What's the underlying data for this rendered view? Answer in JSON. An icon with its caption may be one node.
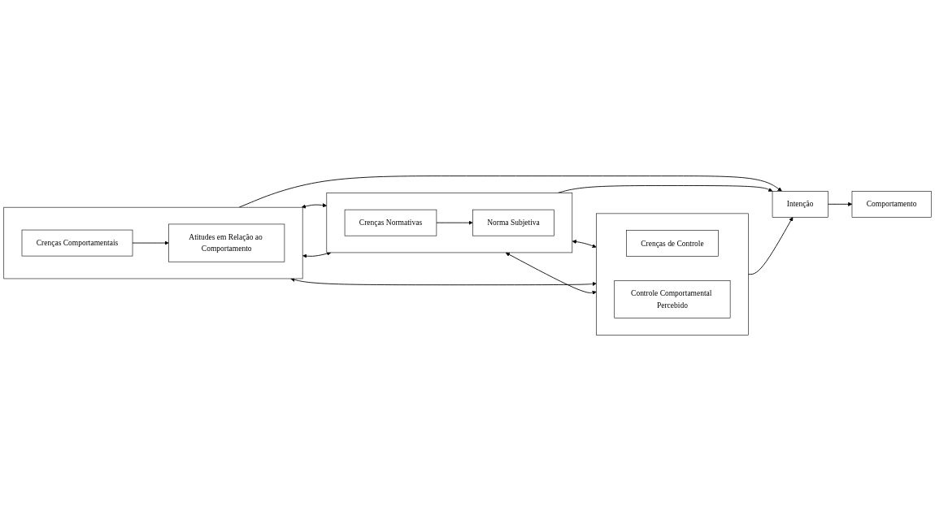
{
  "diagram": {
    "nodes": [
      {
        "text": [],
        "shape": "box"
      },
      {
        "text": [
          "Crenças Comportamentais"
        ],
        "in": 0
      },
      {
        "text": [
          "Atitudes em Relação ao Comportamento"
        ],
        "in": 0
      },
      {
        "text": [],
        "shape": "box"
      },
      {
        "text": [
          "Crenças Normativas"
        ],
        "in": 3
      },
      {
        "text": [
          "Norma Subjetiva"
        ],
        "in": 3
      },
      {
        "text": [],
        "shape": "box"
      },
      {
        "text": [
          "Crenças de Controle"
        ],
        "in": 6
      },
      {
        "text": [
          "Controle Comportamental Percebido"
        ],
        "in": 6
      },
      {
        "text": [
          "Intenção"
        ]
      },
      {
        "text": [
          "Comportamento"
        ]
      }
    ],
    "edges": [
      {
        "from": 1,
        "to": 2,
        "arrow": "to"
      },
      {
        "from": 4,
        "to": 5,
        "arrow": "to"
      },
      {
        "from": 0,
        "to": 3,
        "arrow": "both"
      },
      {
        "from": 3,
        "to": 6,
        "arrow": "both"
      },
      {
        "from": 0,
        "to": 6,
        "arrow": "both"
      },
      {
        "from": 0,
        "to": 3,
        "arrow": "both"
      },
      {
        "from": 3,
        "to": 6,
        "arrow": "both"
      },
      {
        "from": 0,
        "to": 9,
        "arrow": "to"
      },
      {
        "from": 3,
        "to": 9,
        "arrow": "to"
      },
      {
        "from": 6,
        "to": 9,
        "arrow": "to"
      },
      {
        "from": 9,
        "to": 10,
        "arrow": "to"
      }
    ]
  }
}
